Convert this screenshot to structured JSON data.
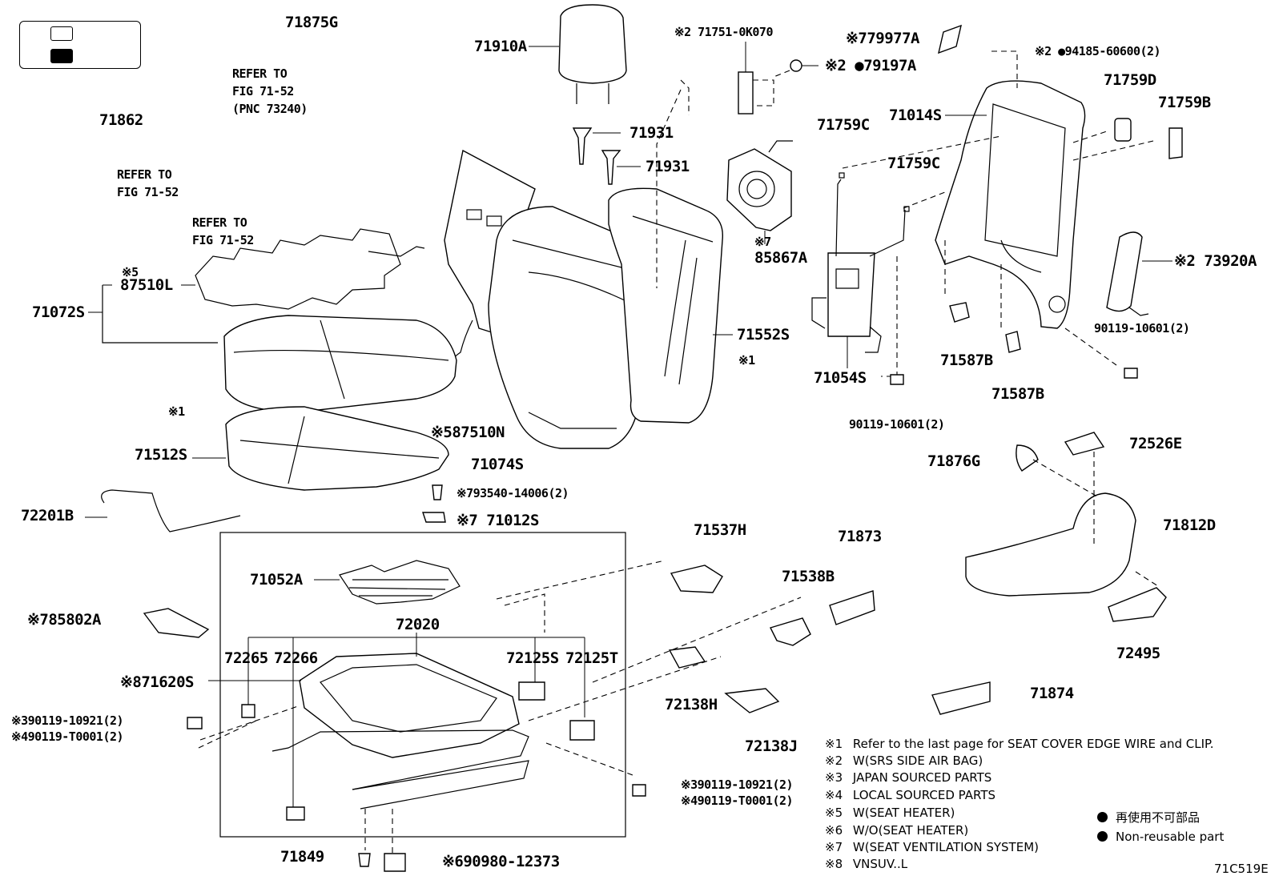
{
  "labels": {
    "p71875G": "71875G",
    "p71910A": "71910A",
    "p71751": "※2 71751-0K070",
    "p79977A": "※779977A",
    "p94185": "※2 ●94185-60600(2)",
    "p79197A": "※2 ●79197A",
    "refer1_l1": "REFER TO",
    "refer1_l2": "FIG 71-52",
    "refer1_l3": "(PNC 73240)",
    "p71862": "71862",
    "p71931a": "71931",
    "p71931b": "71931",
    "refer2_l1": "REFER TO",
    "refer2_l2": "FIG 71-52",
    "refer3_l1": "REFER TO",
    "refer3_l2": "FIG 71-52",
    "p71759C_a": "71759C",
    "p71759C_b": "71759C",
    "p71014S": "71014S",
    "p71759D": "71759D",
    "p71759B": "71759B",
    "p85867A": "85867A",
    "p85867A_mark": "※7",
    "p87510L_mark": "※5",
    "p87510L": "87510L",
    "p71072S": "71072S",
    "p73920A": "※2 73920A",
    "p71552S": "71552S",
    "p90119_10601_a": "90119-10601(2)",
    "mark1_a": "※1",
    "mark1_b": "※1",
    "p71054S": "71054S",
    "p71587B_a": "71587B",
    "p71587B_b": "71587B",
    "p90119_10601_b": "90119-10601(2)",
    "p87510N": "※587510N",
    "p71512S": "71512S",
    "p71074S": "71074S",
    "p71876G": "71876G",
    "p72526E": "72526E",
    "p93540": "※793540-14006(2)",
    "p72201B": "72201B",
    "p71012S": "※7 71012S",
    "p71812D": "71812D",
    "p71537H": "71537H",
    "p71873": "71873",
    "p71052A": "71052A",
    "p71538B": "71538B",
    "p85802A": "※785802A",
    "p72020": "72020",
    "p72495": "72495",
    "p72265": "72265",
    "p72266": "72266",
    "p72125S": "72125S",
    "p72125T": "72125T",
    "p71620S": "※871620S",
    "p72138H": "72138H",
    "p71874": "71874",
    "p90119_10921_a": "※390119-10921(2)",
    "p90119_T0001_a": "※490119-T0001(2)",
    "p72138J": "72138J",
    "p90119_10921_b": "※390119-10921(2)",
    "p90119_T0001_b": "※490119-T0001(2)",
    "p71849": "71849",
    "p90980": "※690980-12373"
  },
  "notes": [
    {
      "mark": "※1",
      "text": "Refer to the last page for SEAT COVER EDGE WIRE and CLIP."
    },
    {
      "mark": "※2",
      "text": "W(SRS SIDE AIR BAG)"
    },
    {
      "mark": "※3",
      "text": "JAPAN SOURCED PARTS"
    },
    {
      "mark": "※4",
      "text": "LOCAL SOURCED PARTS"
    },
    {
      "mark": "※5",
      "text": "W(SEAT HEATER)"
    },
    {
      "mark": "※6",
      "text": "W/O(SEAT HEATER)"
    },
    {
      "mark": "※7",
      "text": "W(SEAT VENTILATION SYSTEM)"
    },
    {
      "mark": "※8",
      "text": "VNSUV..L"
    }
  ],
  "legend": {
    "reuse_jp": "再使用不可部品",
    "reuse_en": "Non-reusable part"
  },
  "figure_code": "71C519E"
}
